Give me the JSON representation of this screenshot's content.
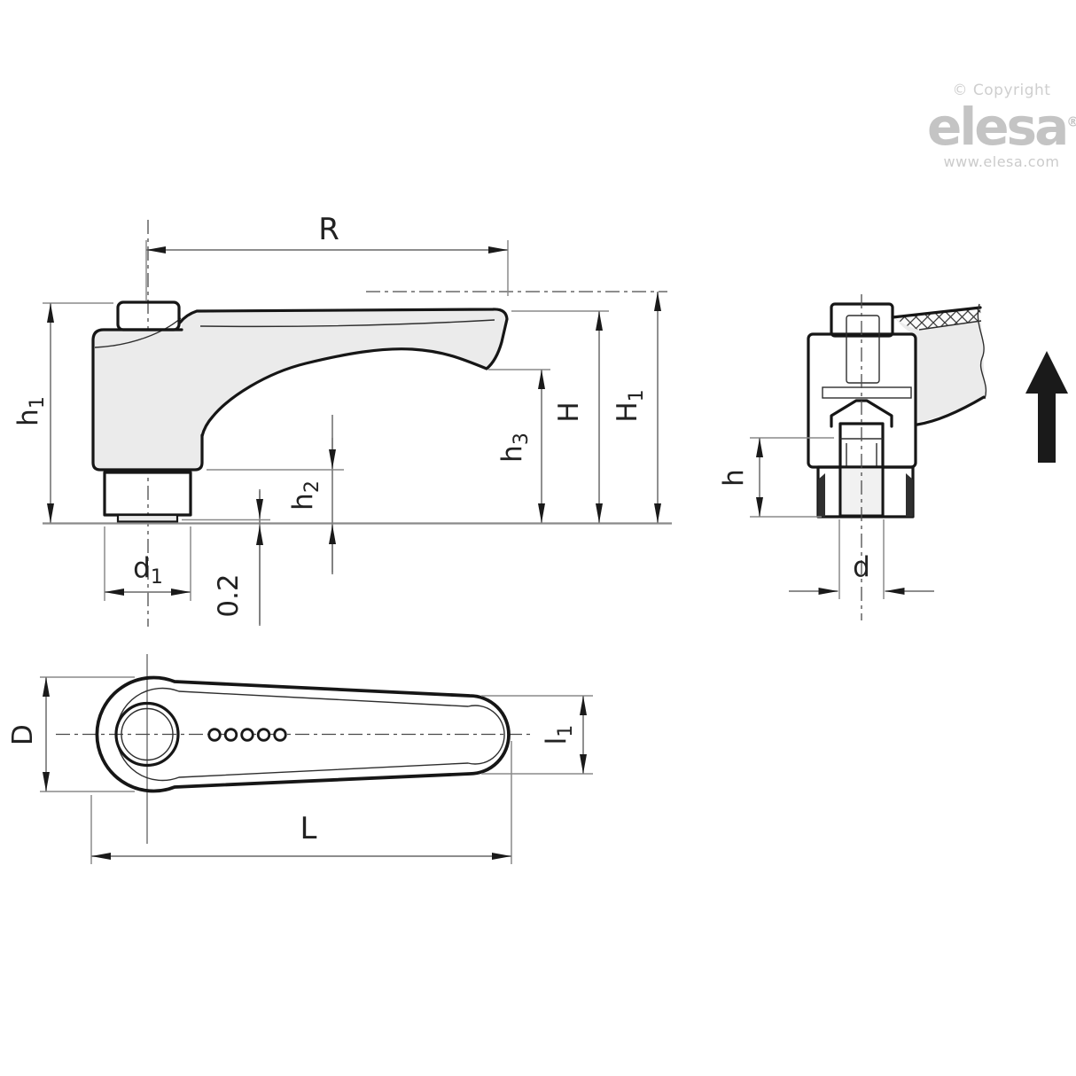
{
  "logo": {
    "copyright": "© Copyright",
    "brand": "elesa",
    "reg": "®",
    "url": "www.elesa.com"
  },
  "labels": {
    "R": {
      "b": "R",
      "s": ""
    },
    "h1": {
      "b": "h",
      "s": "1"
    },
    "h2": {
      "b": "h",
      "s": "2"
    },
    "h3": {
      "b": "h",
      "s": "3"
    },
    "H": {
      "b": "H",
      "s": ""
    },
    "H1": {
      "b": "H",
      "s": "1"
    },
    "d1": {
      "b": "d",
      "s": "1"
    },
    "tol": {
      "b": "0.2",
      "s": ""
    },
    "D": {
      "b": "D",
      "s": ""
    },
    "L": {
      "b": "L",
      "s": ""
    },
    "l1": {
      "b": "l",
      "s": "1"
    },
    "h": {
      "b": "h",
      "s": ""
    },
    "d": {
      "b": "d",
      "s": ""
    }
  },
  "colors": {
    "outline": "#161616",
    "dimension": "#7d7d7d",
    "part_fill": "#ebebeb",
    "logo_gray": "#c6c6c6"
  }
}
